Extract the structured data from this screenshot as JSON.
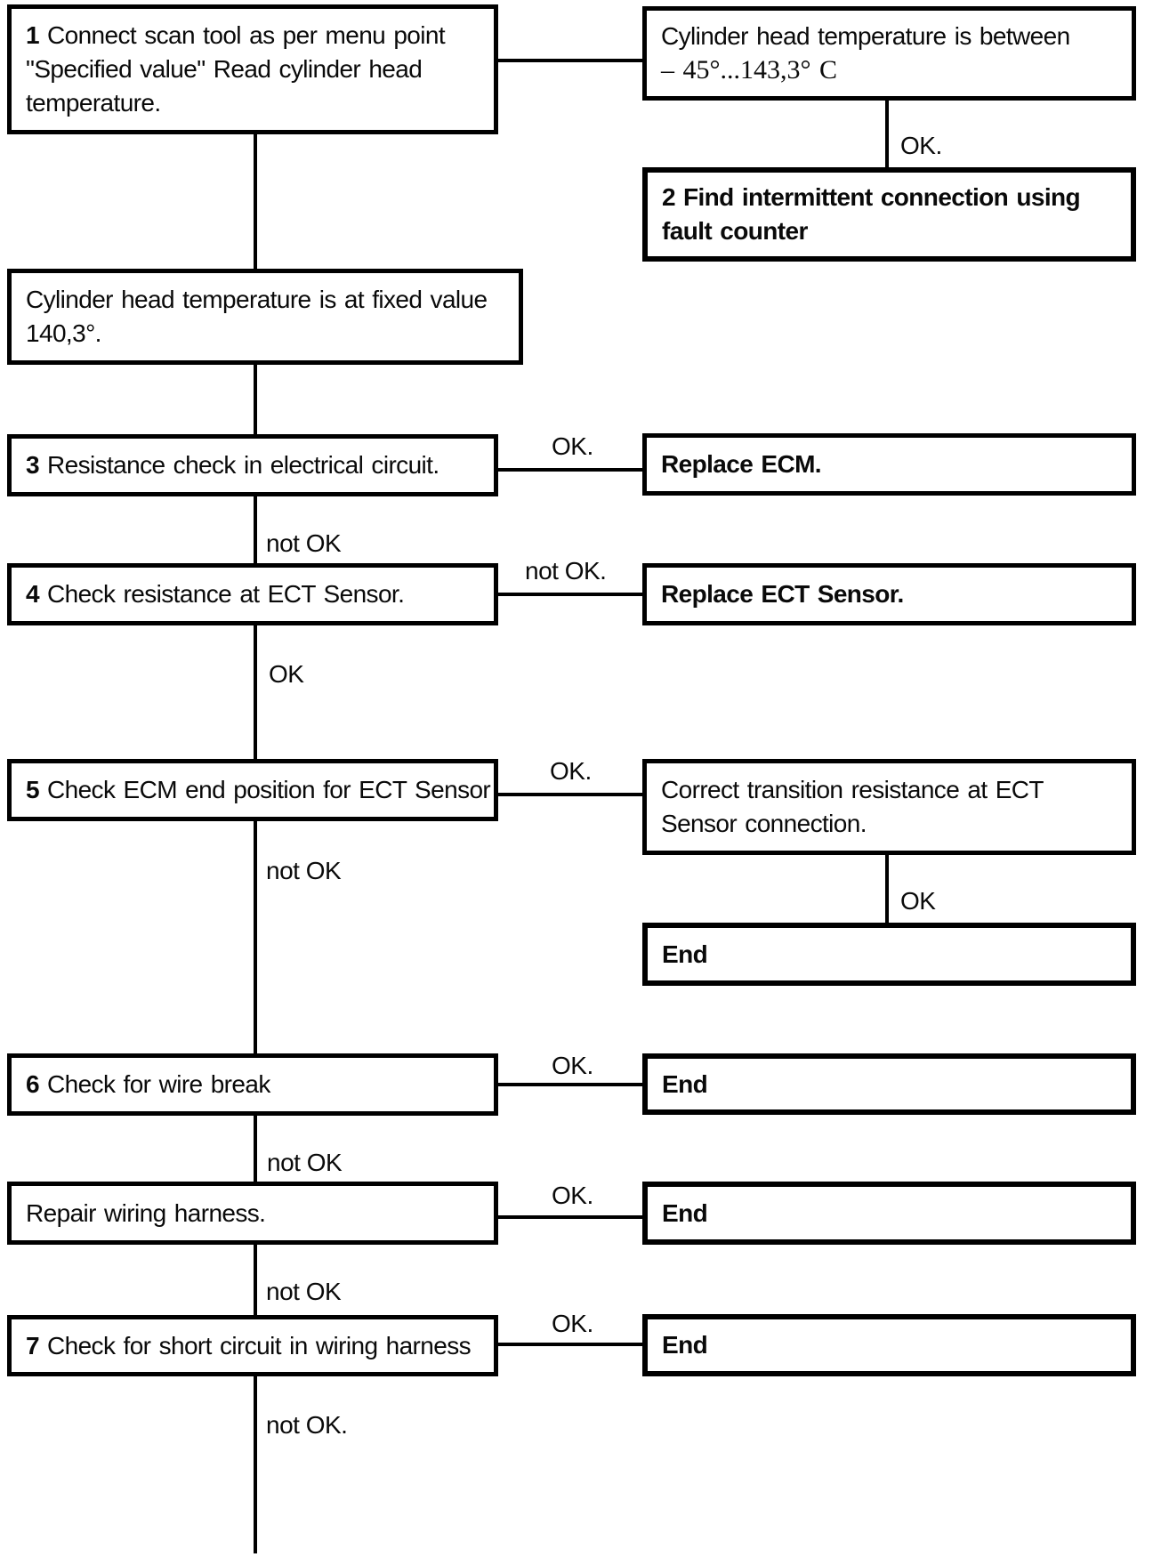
{
  "diagram": {
    "type": "flowchart",
    "background_color": "#ffffff",
    "line_color": "#000000",
    "boxes": {
      "step1": {
        "number": "1",
        "text": "Connect scan tool as per menu point \"Specified value\" Read cylinder head temperature."
      },
      "temp_between": {
        "line1": "Cylinder head temperature is between",
        "line2": "– 45°...143,3° C"
      },
      "step2": {
        "number": "2",
        "text": "Find intermittent connection using fault counter"
      },
      "temp_fixed": {
        "text": "Cylinder head temperature is at fixed value 140,3°."
      },
      "step3": {
        "number": "3",
        "text": "Resistance check in electrical circuit."
      },
      "replace_ecm": {
        "text": "Replace ECM."
      },
      "step4": {
        "number": "4",
        "text": "Check resistance at ECT Sensor."
      },
      "replace_ect": {
        "text": "Replace ECT Sensor."
      },
      "step5": {
        "number": "5",
        "text": "Check ECM end position for ECT Sensor"
      },
      "correct_transition": {
        "text": "Correct transition resistance at ECT Sensor connection."
      },
      "end1": {
        "text": "End"
      },
      "step6": {
        "number": "6",
        "text": "Check for wire break"
      },
      "end2": {
        "text": "End"
      },
      "repair_harness": {
        "text": "Repair wiring harness."
      },
      "end3": {
        "text": "End"
      },
      "step7": {
        "number": "7",
        "text": "Check for short circuit in wiring harness"
      },
      "end4": {
        "text": "End"
      }
    },
    "labels": {
      "ok_top": "OK.",
      "ok_step3": "OK.",
      "not_ok_step3": "not OK",
      "not_ok_step4": "not OK.",
      "ok_step4": "OK",
      "ok_step5": "OK.",
      "not_ok_step5": "not OK",
      "ok_correct": "OK",
      "ok_step6": "OK.",
      "not_ok_step6": "not OK",
      "ok_repair": "OK.",
      "not_ok_repair": "not OK",
      "ok_step7": "OK.",
      "not_ok_step7": "not OK."
    }
  }
}
